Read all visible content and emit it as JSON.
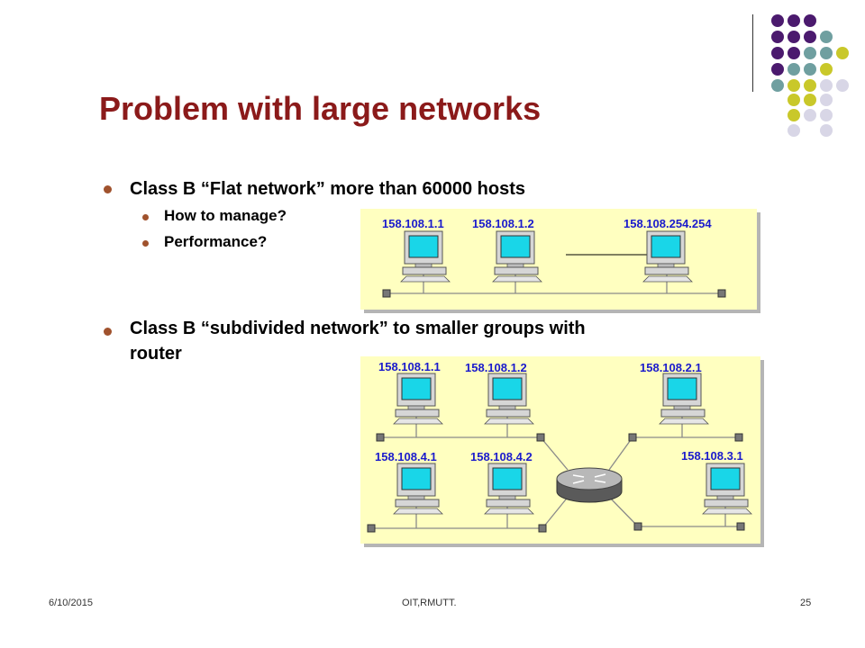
{
  "slide": {
    "title": "Problem with large networks",
    "bullets": {
      "b1": "Class B “Flat network” more than 60000 hosts",
      "b1_sub1": "How to manage?",
      "b1_sub2": "Performance?",
      "b2_line1": "Class B “subdivided network” to smaller groups with",
      "b2_line2": "router"
    },
    "flat_diagram": {
      "hosts": [
        "158.108.1.1",
        "158.108.1.2",
        "158.108.254.254"
      ]
    },
    "subdivided_diagram": {
      "hosts": [
        "158.108.1.1",
        "158.108.1.2",
        "158.108.2.1",
        "158.108.4.1",
        "158.108.4.2",
        "158.108.3.1"
      ]
    },
    "footer": {
      "date": "6/10/2015",
      "center": "OIT,RMUTT.",
      "page": "25"
    }
  },
  "colors": {
    "title": "#8b1a1a",
    "bullet": "#a0522d",
    "panel_bg": "#ffffc0",
    "ip_text": "#1a1acc",
    "dot_purple": "#4b1a6e",
    "dot_teal": "#6f9fa0",
    "dot_yellow": "#c9c82a",
    "dot_lavender": "#d8d6e6"
  },
  "icons": {
    "computer": "computer-icon",
    "router": "router-icon",
    "hub_port": "port-icon"
  }
}
